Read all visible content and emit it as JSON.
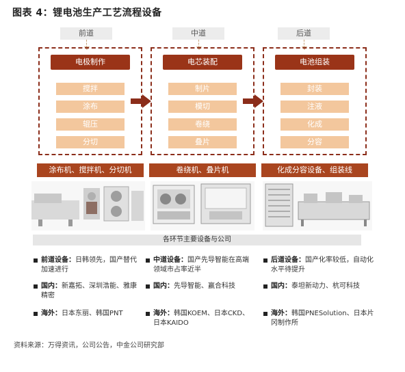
{
  "title": "图表 4：锂电池生产工艺流程设备",
  "stages": [
    {
      "name": "前道",
      "process": "电极制作",
      "steps": [
        "搅拌",
        "涂布",
        "辊压",
        "分切"
      ],
      "equipment": "涂布机、搅拌机、分切机"
    },
    {
      "name": "中道",
      "process": "电芯装配",
      "steps": [
        "制片",
        "模切",
        "卷绕",
        "叠片"
      ],
      "equipment": "卷绕机、叠片机"
    },
    {
      "name": "后道",
      "process": "电池组装",
      "steps": [
        "封装",
        "注液",
        "化成",
        "分容"
      ],
      "equipment": "化成分容设备、组装线"
    }
  ],
  "section_title": "各环节主要设备与公司",
  "notes": [
    [
      {
        "label": "前道设备：",
        "text": "日韩领先，国产替代加速进行"
      },
      {
        "label": "国内：",
        "text": "新嘉拓、深圳浩能、雅康精密"
      },
      {
        "label": "海外：",
        "text": "日本东丽、韩国PNT"
      }
    ],
    [
      {
        "label": "中道设备：",
        "text": "国产先导智能在高端领域市占率近半"
      },
      {
        "label": "国内：",
        "text": "先导智能、赢合科技"
      },
      {
        "label": "海外：",
        "text": "韩国KOEM、日本CKD、日本KAIDO"
      }
    ],
    [
      {
        "label": "后道设备：",
        "text": "国产化率较低，自动化水平待提升"
      },
      {
        "label": "国内：",
        "text": "泰坦新动力、杭可科技"
      },
      {
        "label": "海外：",
        "text": "韩国PNESolution、日本片冈制作所"
      }
    ]
  ],
  "source": "资料来源：万得资讯，公司公告，中金公司研究部",
  "colors": {
    "frame": "#8b2d1a",
    "header": "#9a3418",
    "step": "#f3c79d",
    "equipment": "#a9451f"
  }
}
